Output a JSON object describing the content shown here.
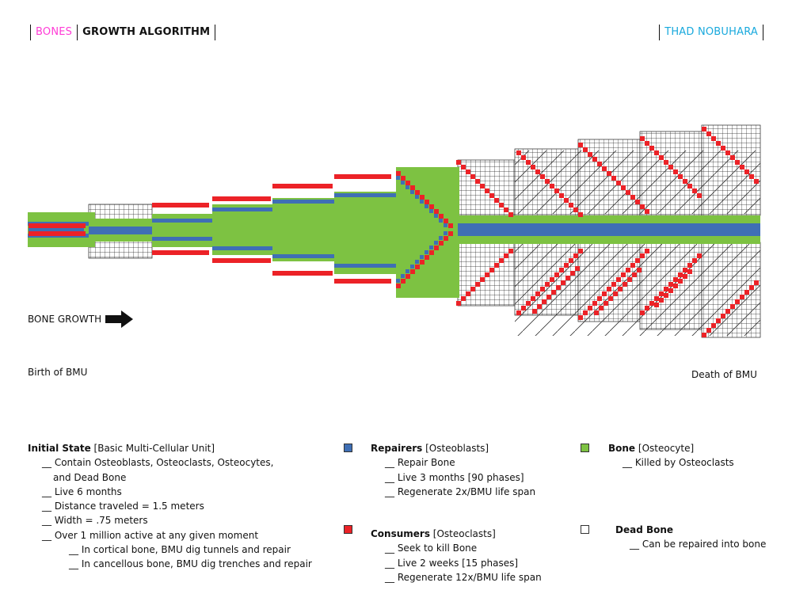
{
  "header": {
    "left_accent": "BONES",
    "left_title": "GROWTH ALGORITHM",
    "right_title": "THAD NOBUHARA"
  },
  "colors": {
    "bone": "#7dc242",
    "repairer": "#3f6fb5",
    "consumer": "#ec2227",
    "dead_bone": "#ffffff",
    "header_accent": "#ff3cd6",
    "author": "#19a9dd"
  },
  "labels": {
    "growth": "BONE GROWTH",
    "birth": "Birth of BMU",
    "death": "Death of BMU"
  },
  "legend": {
    "initial": {
      "title": "Initial State",
      "subtitle": " [Basic Multi-Cellular Unit]",
      "lines": [
        "__ Contain Osteoblasts, Osteoclasts, Osteocytes,",
        "and Dead Bone",
        "__ Live 6 months",
        "__ Distance traveled = 1.5 meters",
        "__ Width = .75 meters",
        "__ Over 1 million active at any given moment"
      ],
      "sublines": [
        "__ In cortical bone, BMU dig tunnels and repair",
        "__ In cancellous bone, BMU dig trenches and repair"
      ]
    },
    "repairers": {
      "title": "Repairers",
      "subtitle": " [Osteoblasts]",
      "lines": [
        "__ Repair Bone",
        "__ Live 3 months [90 phases]",
        "__ Regenerate 2x/BMU life span"
      ]
    },
    "consumers": {
      "title": "Consumers",
      "subtitle": " [Osteoclasts]",
      "lines": [
        "__ Seek to kill Bone",
        "__ Live 2 weeks [15 phases]",
        "__ Regenerate 12x/BMU life span"
      ]
    },
    "bone": {
      "title": "Bone",
      "subtitle": " [Osteocyte]",
      "lines": [
        "__ Killed by Osteoclasts"
      ]
    },
    "dead": {
      "title": "Dead Bone",
      "lines": [
        "__ Can be repaired into bone"
      ]
    }
  }
}
